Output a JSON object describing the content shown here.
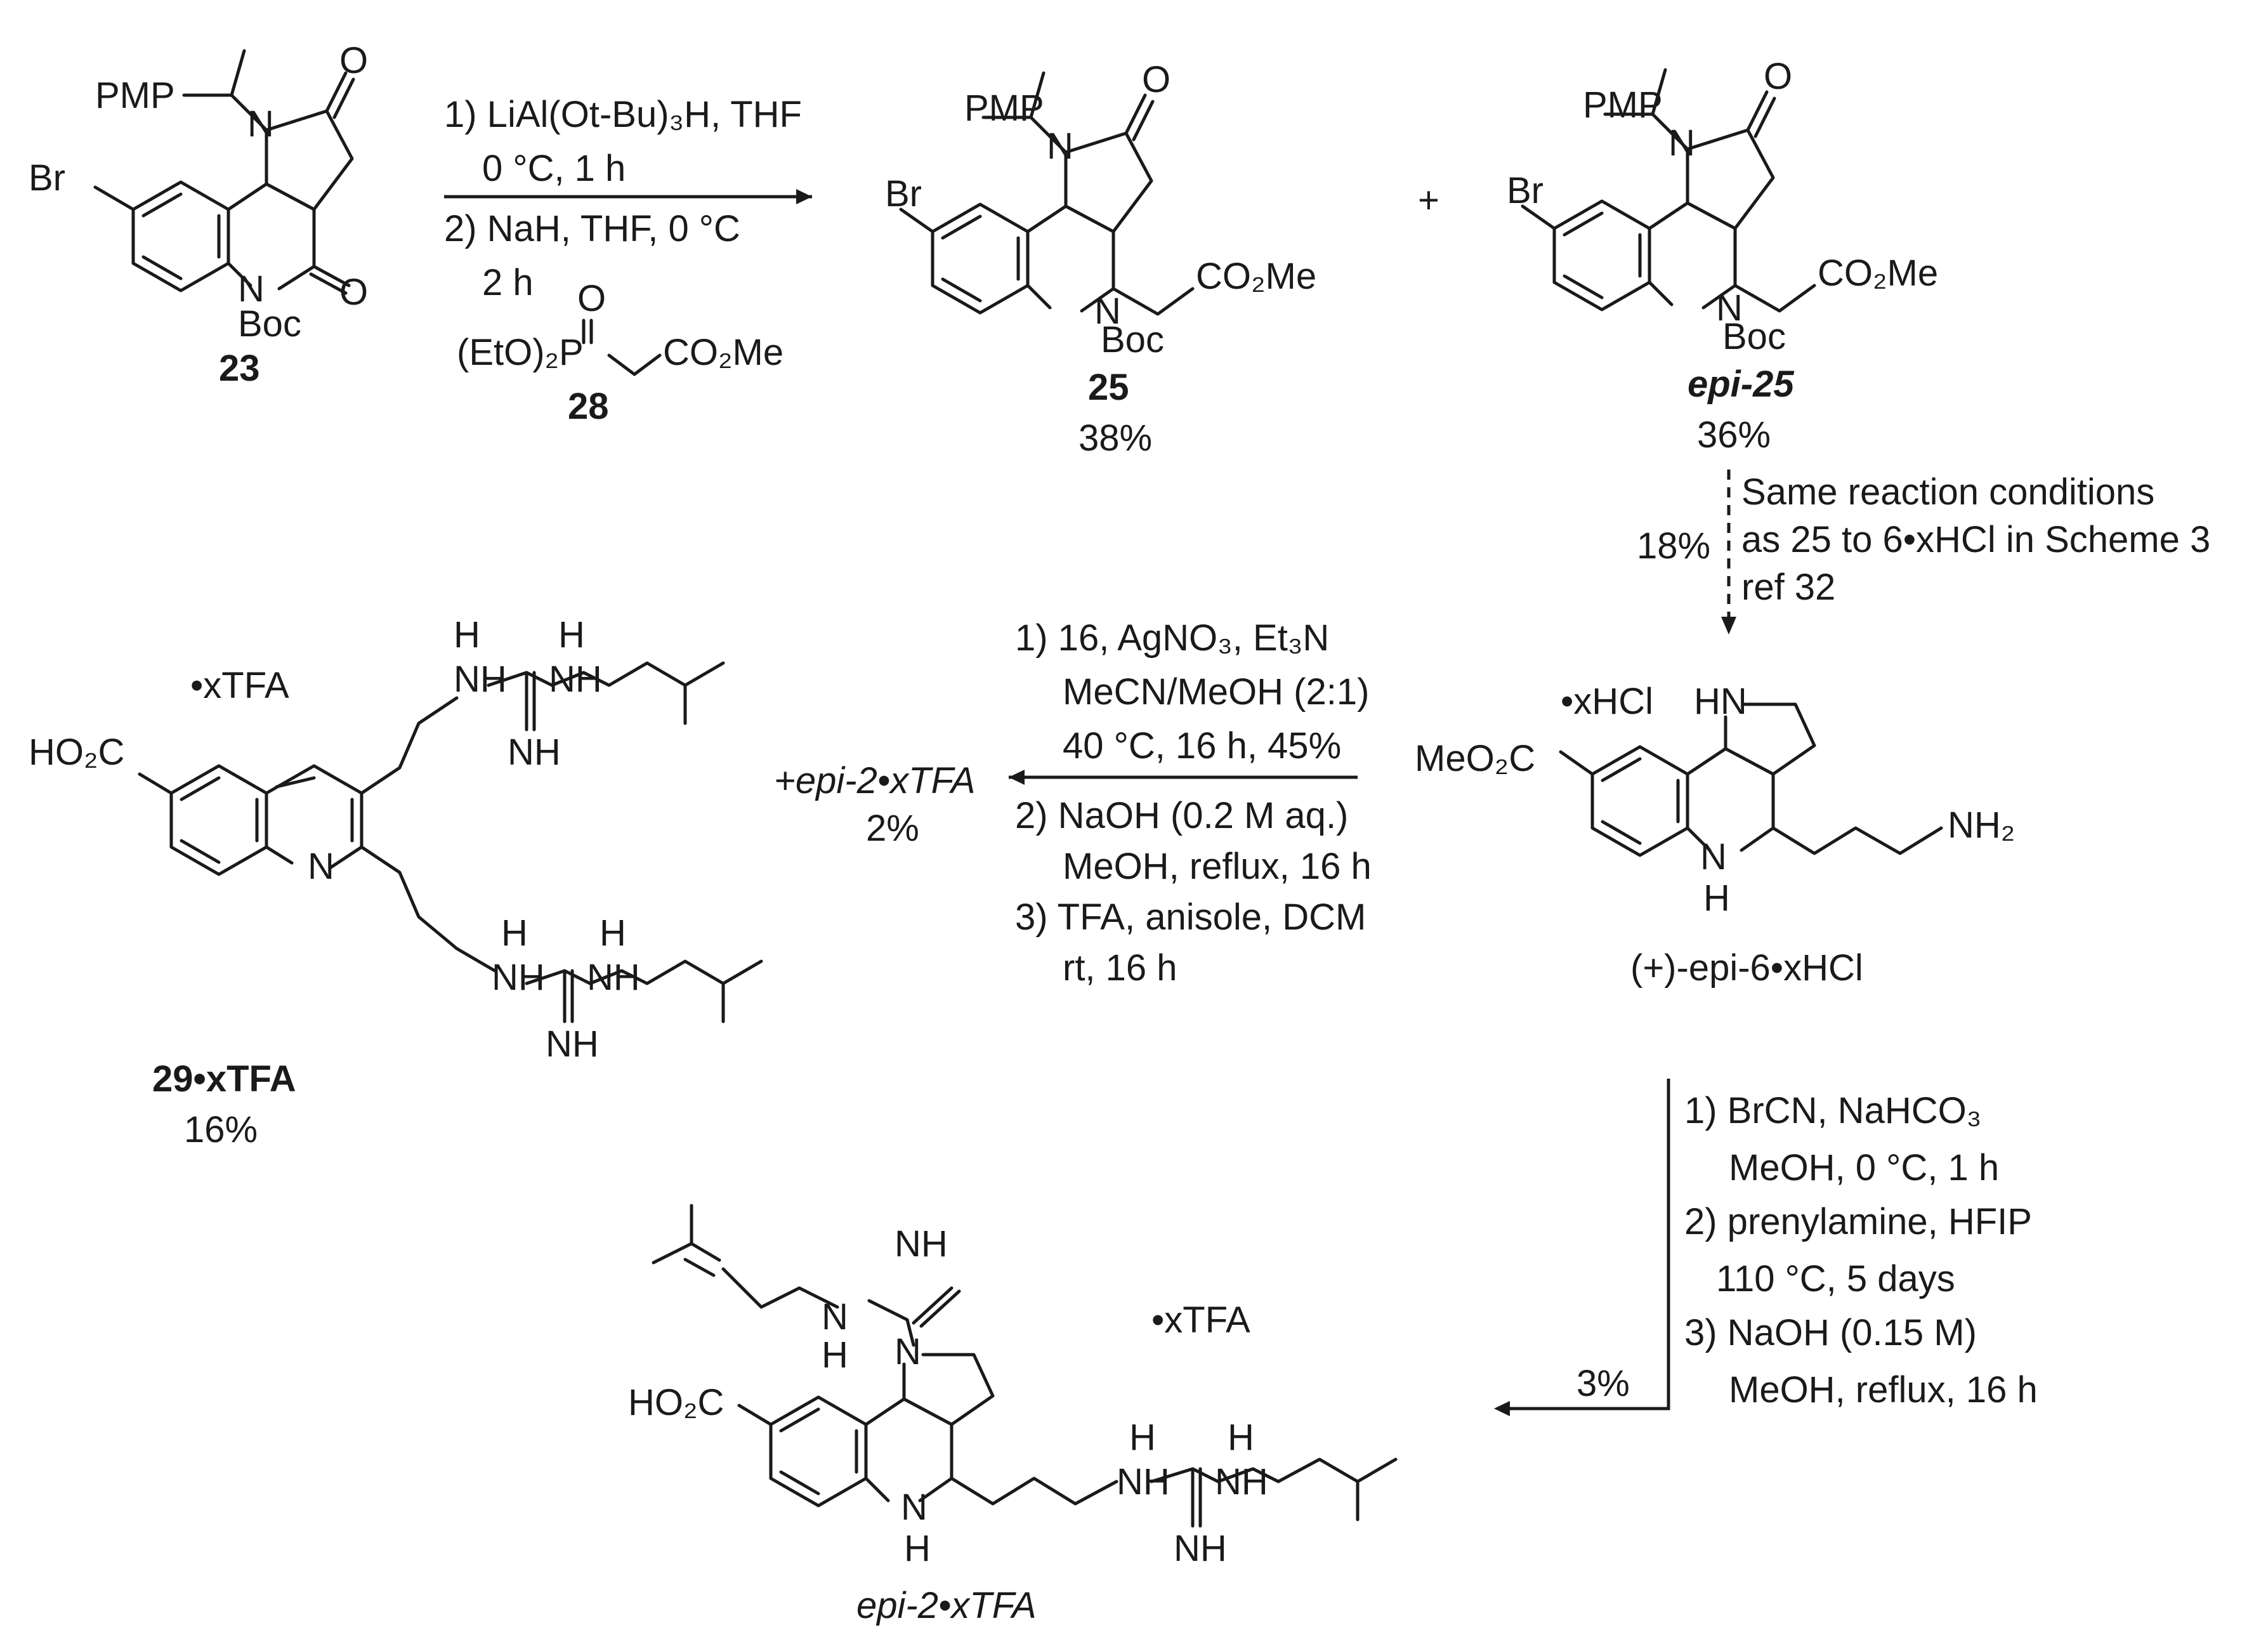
{
  "compounds": {
    "c23": {
      "label": "23",
      "Br": "Br",
      "PMP": "PMP",
      "N1": "N",
      "N2": "N",
      "O1": "O",
      "O2": "O",
      "prot": "Boc"
    },
    "c25": {
      "label": "25",
      "yield": "38%",
      "Br": "Br",
      "PMP": "PMP",
      "N1": "N",
      "N2": "N",
      "O1": "O",
      "prot": "Boc",
      "ester": "CO₂Me"
    },
    "plus": "+",
    "cepi25": {
      "label": "epi-25",
      "yield": "36%",
      "Br": "Br",
      "PMP": "PMP",
      "N1": "N",
      "N2": "N",
      "O1": "O",
      "prot": "Boc",
      "ester": "CO₂Me"
    },
    "cepi6": {
      "label": "(+)-epi-6•xHCl",
      "salt": "•xHCl",
      "ester": "MeO₂C",
      "NH1": "HN",
      "NH2": "N",
      "H": "H",
      "amine": "NH₂"
    },
    "c29": {
      "label": "29•xTFA",
      "yield": "16%",
      "salt": "•xTFA",
      "acid": "HO₂C",
      "N": "N",
      "NH": "NH",
      "H": "H"
    },
    "epi2_side": {
      "label": "+epi-2•xTFA",
      "yield": "2%"
    },
    "cepi2": {
      "label": "epi-2•xTFA",
      "salt": "•xTFA",
      "acid": "HO₂C",
      "NH": "NH",
      "N": "N",
      "H": "H"
    }
  },
  "reagents": {
    "r28": {
      "label": "28",
      "phosphonate": "(EtO)₂P",
      "O": "O",
      "ester": "CO₂Me"
    },
    "step1": [
      "1) LiAl(Ot-Bu)₃H, THF",
      "0 °C, 1 h",
      "2) NaH, THF,  0 °C",
      "2 h"
    ],
    "step2": [
      "Same reaction conditions",
      "as 25 to 6•xHCl in Scheme 3",
      "ref 32"
    ],
    "step2_yield": "18%",
    "step3": [
      "1) 16, AgNO₃, Et₃N",
      "MeCN/MeOH (2:1)",
      "40 °C, 16 h, 45%",
      "2) NaOH (0.2 M aq.)",
      "MeOH, reflux, 16 h",
      "3) TFA, anisole, DCM",
      "rt, 16 h"
    ],
    "step4": [
      "1) BrCN, NaHCO₃",
      "MeOH, 0 °C, 1 h",
      "2) prenylamine, HFIP",
      "110 °C, 5 days",
      "3) NaOH (0.15 M)",
      "MeOH, reflux, 16 h"
    ],
    "step4_yield": "3%"
  }
}
